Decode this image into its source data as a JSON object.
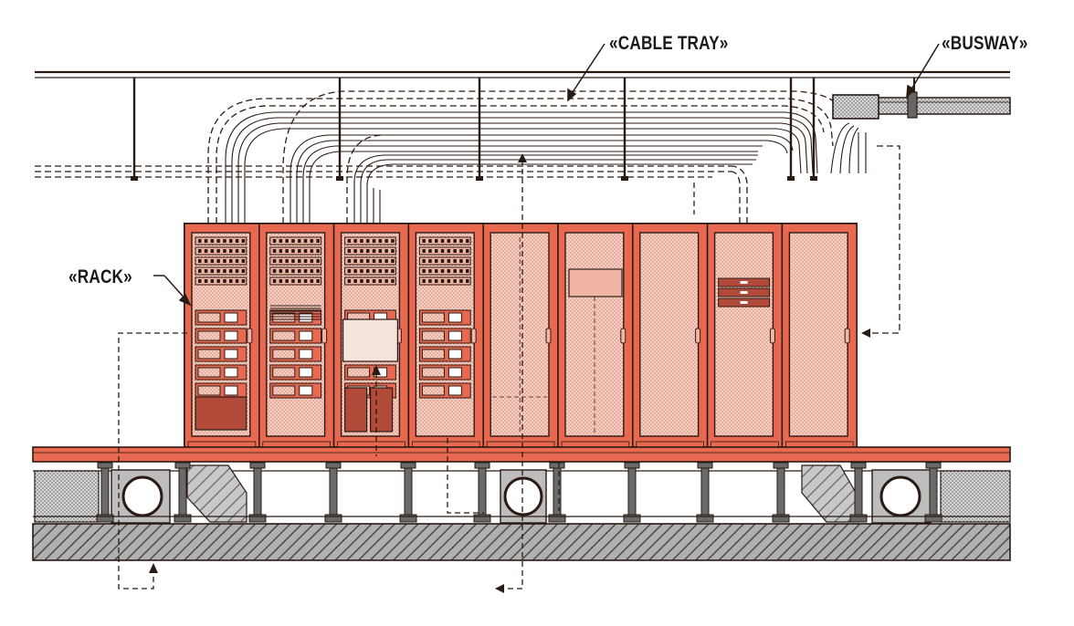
{
  "labels": {
    "cable_tray": "«CABLE TRAY»",
    "busway": "«BUSWAY»",
    "rack": "«RACK»"
  },
  "colors": {
    "rack_fill": "#e8694f",
    "rack_panel": "#f1b6a3",
    "rack_dark": "#b24a3a",
    "outline": "#2a1a14",
    "concrete": "#8a8a8a",
    "pedestal": "#555555",
    "busway": "#9a9a9a"
  },
  "diagram": {
    "rack_count": 9,
    "components": [
      "cable-tray",
      "busway",
      "rack-row",
      "raised-floor",
      "floor-pedestals",
      "underfloor-ducts",
      "concrete-slab",
      "airflow-arrows"
    ]
  }
}
